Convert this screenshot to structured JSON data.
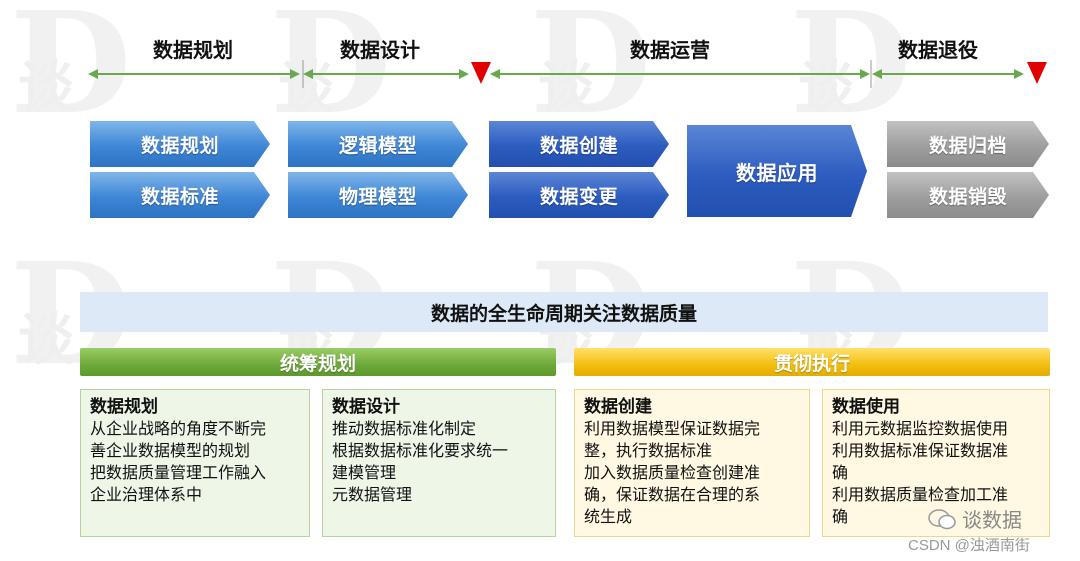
{
  "watermark_letter": "D",
  "watermark_char": "谈",
  "phases": [
    {
      "id": "planning",
      "title": "数据规划"
    },
    {
      "id": "design",
      "title": "数据设计"
    },
    {
      "id": "operation",
      "title": "数据运营"
    },
    {
      "id": "retirement",
      "title": "数据退役"
    }
  ],
  "stages": [
    {
      "label": "数据规划"
    },
    {
      "label": "数据标准"
    },
    {
      "label": "逻辑模型"
    },
    {
      "label": "物理模型"
    },
    {
      "label": "数据创建"
    },
    {
      "label": "数据变更"
    },
    {
      "label": "数据应用"
    },
    {
      "label": "数据归档"
    },
    {
      "label": "数据销毁"
    }
  ],
  "banner": "数据的全生命周期关注数据质量",
  "sections": [
    {
      "label": "统筹规划",
      "color": "#6ea83a"
    },
    {
      "label": "贯彻执行",
      "color": "#f2be10"
    }
  ],
  "cards": [
    {
      "title": "数据规划",
      "lines": [
        "从企业战略的角度不断完",
        "善企业数据模型的规划",
        "把数据质量管理工作融入",
        "企业治理体系中"
      ]
    },
    {
      "title": "数据设计",
      "lines": [
        "推动数据标准化制定",
        "根据数据标准化要求统一",
        "建模管理",
        "元数据管理"
      ]
    },
    {
      "title": "数据创建",
      "lines": [
        "利用数据模型保证数据完",
        "整，执行数据标准",
        "加入数据质量检查创建准",
        "确，保证数据在合理的系",
        "统生成"
      ]
    },
    {
      "title": "数据使用",
      "lines": [
        "利用元数据监控数据使用",
        "利用数据标准保证数据准",
        "确",
        "利用数据质量检查加工准",
        "确"
      ]
    }
  ],
  "footer": {
    "brand": "谈数据",
    "credit": "CSDN @浊酒南街"
  },
  "colors": {
    "arrow_green": "#6aa84f",
    "marker_red": "#e00000"
  }
}
